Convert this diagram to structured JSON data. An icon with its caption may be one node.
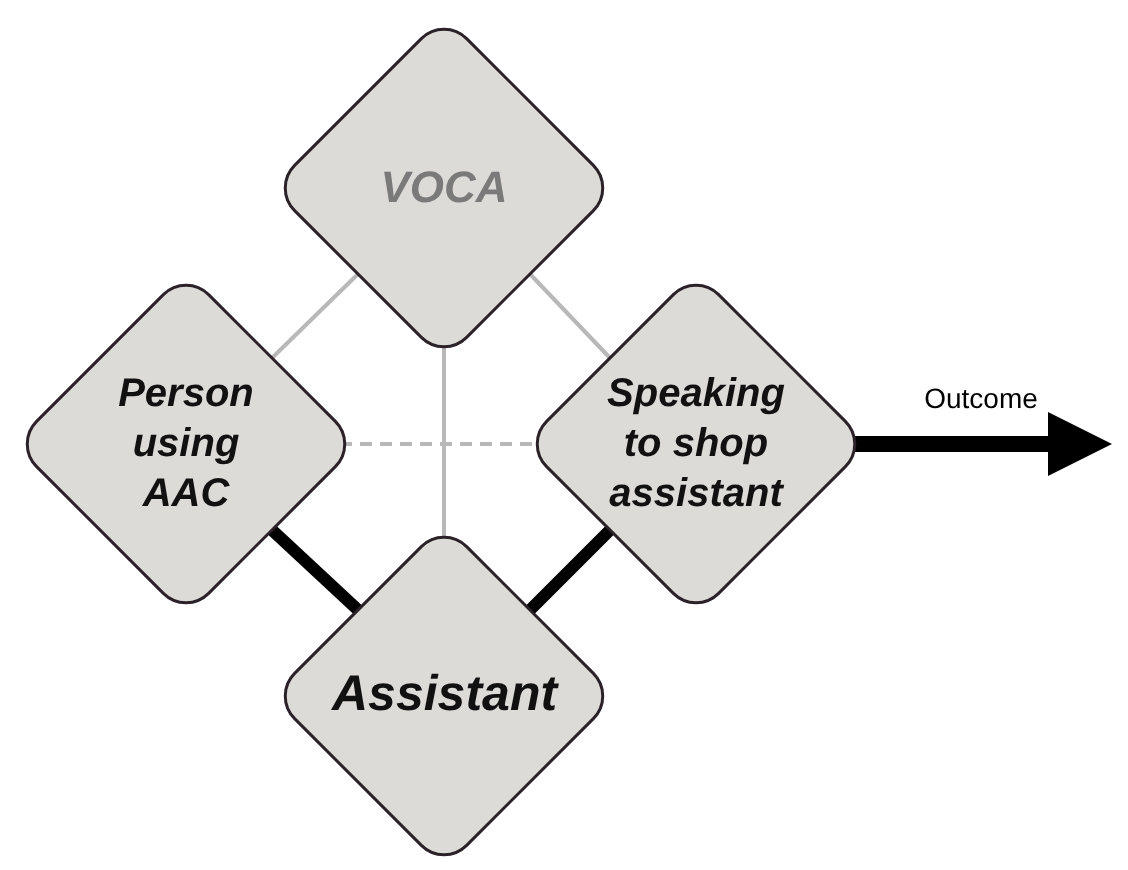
{
  "diagram": {
    "nodes": [
      {
        "text": [
          "VOCA"
        ]
      },
      {
        "text": [
          "Person using AAC"
        ]
      },
      {
        "text": [
          "Speaking to shop assistant"
        ]
      },
      {
        "text": [
          "Assistant"
        ]
      }
    ],
    "edges": [
      {
        "from": 0,
        "to": 1,
        "arrow": "none"
      },
      {
        "from": 0,
        "to": 2,
        "arrow": "none"
      },
      {
        "from": 0,
        "to": 3,
        "arrow": "none"
      },
      {
        "from": 1,
        "to": 2,
        "arrow": "none",
        "style": "dashed"
      },
      {
        "from": 1,
        "to": 3,
        "arrow": "none",
        "style": "thick",
        "color": "#000000"
      },
      {
        "from": 3,
        "to": 2,
        "arrow": "none",
        "style": "thick",
        "color": "#000000"
      },
      {
        "from": 2,
        "to": null,
        "arrow": "to",
        "label": "Outcome",
        "style": "thick",
        "color": "#000000"
      }
    ]
  }
}
